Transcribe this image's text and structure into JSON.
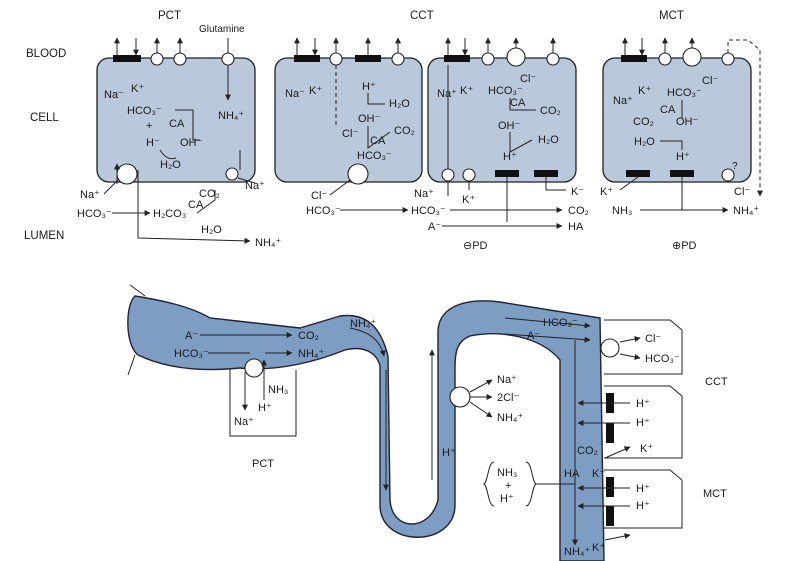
{
  "top": {
    "section_labels": {
      "pct": "PCT",
      "cct": "CCT",
      "mct": "MCT"
    },
    "row_labels": {
      "blood": "BLOOD",
      "cell": "CELL",
      "lumen": "LUMEN"
    },
    "pct": {
      "glutamine": "Glutamine",
      "na_blood": "Na⁻",
      "k_blood": "K⁺",
      "hco3_cell": "HCO₃⁻",
      "plus": "+",
      "ca_cell": "CA",
      "h_cell": "H⁻",
      "oh_cell": "OH⁻",
      "h2o_cell": "H₂O",
      "nh4_cell": "NH₄⁺",
      "na_right": "Na⁺",
      "na_lumen": "Na⁺",
      "hco3_lumen": "HCO₃⁻",
      "h2co3": "H₂CO₃",
      "co2_lumen": "CO₂",
      "ca_lumen": "CA",
      "h2o_lumen": "H₂O",
      "nh4_lumen": "NH₄⁺"
    },
    "cct_left": {
      "na": "Na⁻",
      "k": "K⁺",
      "h": "H⁺",
      "h2o": "H₂O",
      "oh": "OH⁻",
      "cl_cell": "Cl⁻",
      "ca": "CA",
      "co2": "CO₂",
      "hco3_cell": "HCO₃⁻",
      "cl_lumen": "Cl⁻",
      "hco3_lumen": "HCO₃⁻"
    },
    "cct_right": {
      "na": "Na⁺",
      "k": "K⁺",
      "hco3": "HCO₃⁻",
      "cl": "Cl⁻",
      "ca": "CA",
      "co2": "CO₂",
      "oh": "OH⁻",
      "h2o": "H₂O",
      "h": "H⁺",
      "na_lumen": "Na⁺",
      "k_lumen_left": "K⁺",
      "k_lumen_right": "K⁻",
      "hco3_lumen": "HCO₃⁻",
      "co2_lumen": "CO₂",
      "a_lumen": "A⁻",
      "ha_lumen": "HA",
      "pd": "⊖PD"
    },
    "mct": {
      "na": "Na⁺",
      "k": "K⁺",
      "hco3": "HCO₃⁻",
      "cl": "Cl⁻",
      "ca": "CA",
      "co2": "CO₂",
      "oh": "OH⁻",
      "h2o": "H₂O",
      "h": "H⁺",
      "question": "?",
      "k_lumen": "K⁺",
      "cl_lumen": "Cl⁻",
      "nh3": "NH₃",
      "nh4": "NH₄⁺",
      "pd": "⊕PD"
    }
  },
  "bottom": {
    "pct_label": "PCT",
    "cct_label": "CCT",
    "mct_label": "MCT",
    "pct": {
      "a": "A⁻",
      "hco3": "HCO₃⁻",
      "co2": "CO₂",
      "nh4": "NH₄⁺",
      "nh4_top": "NH₄⁺",
      "nh3": "NH₃",
      "h": "H⁺",
      "na": "Na⁺"
    },
    "loop": {
      "na": "Na⁺",
      "cl2": "2Cl⁻",
      "nh4": "NH₄⁺",
      "h": "H⁺",
      "nh3": "NH₃",
      "plus": "+",
      "h2": "H⁺"
    },
    "collecting": {
      "hco3": "HCO₃⁻",
      "a": "A⁻",
      "cl": "Cl⁻",
      "hco3_out": "HCO₃⁻",
      "h1": "H⁺",
      "h2": "H⁺",
      "co2": "CO₂",
      "k": "K⁺",
      "ha": "HA",
      "k2": "K⁺",
      "h3": "H⁺",
      "h4": "H⁺",
      "nh4": "NH₄⁺",
      "k3": "K⁺"
    }
  }
}
